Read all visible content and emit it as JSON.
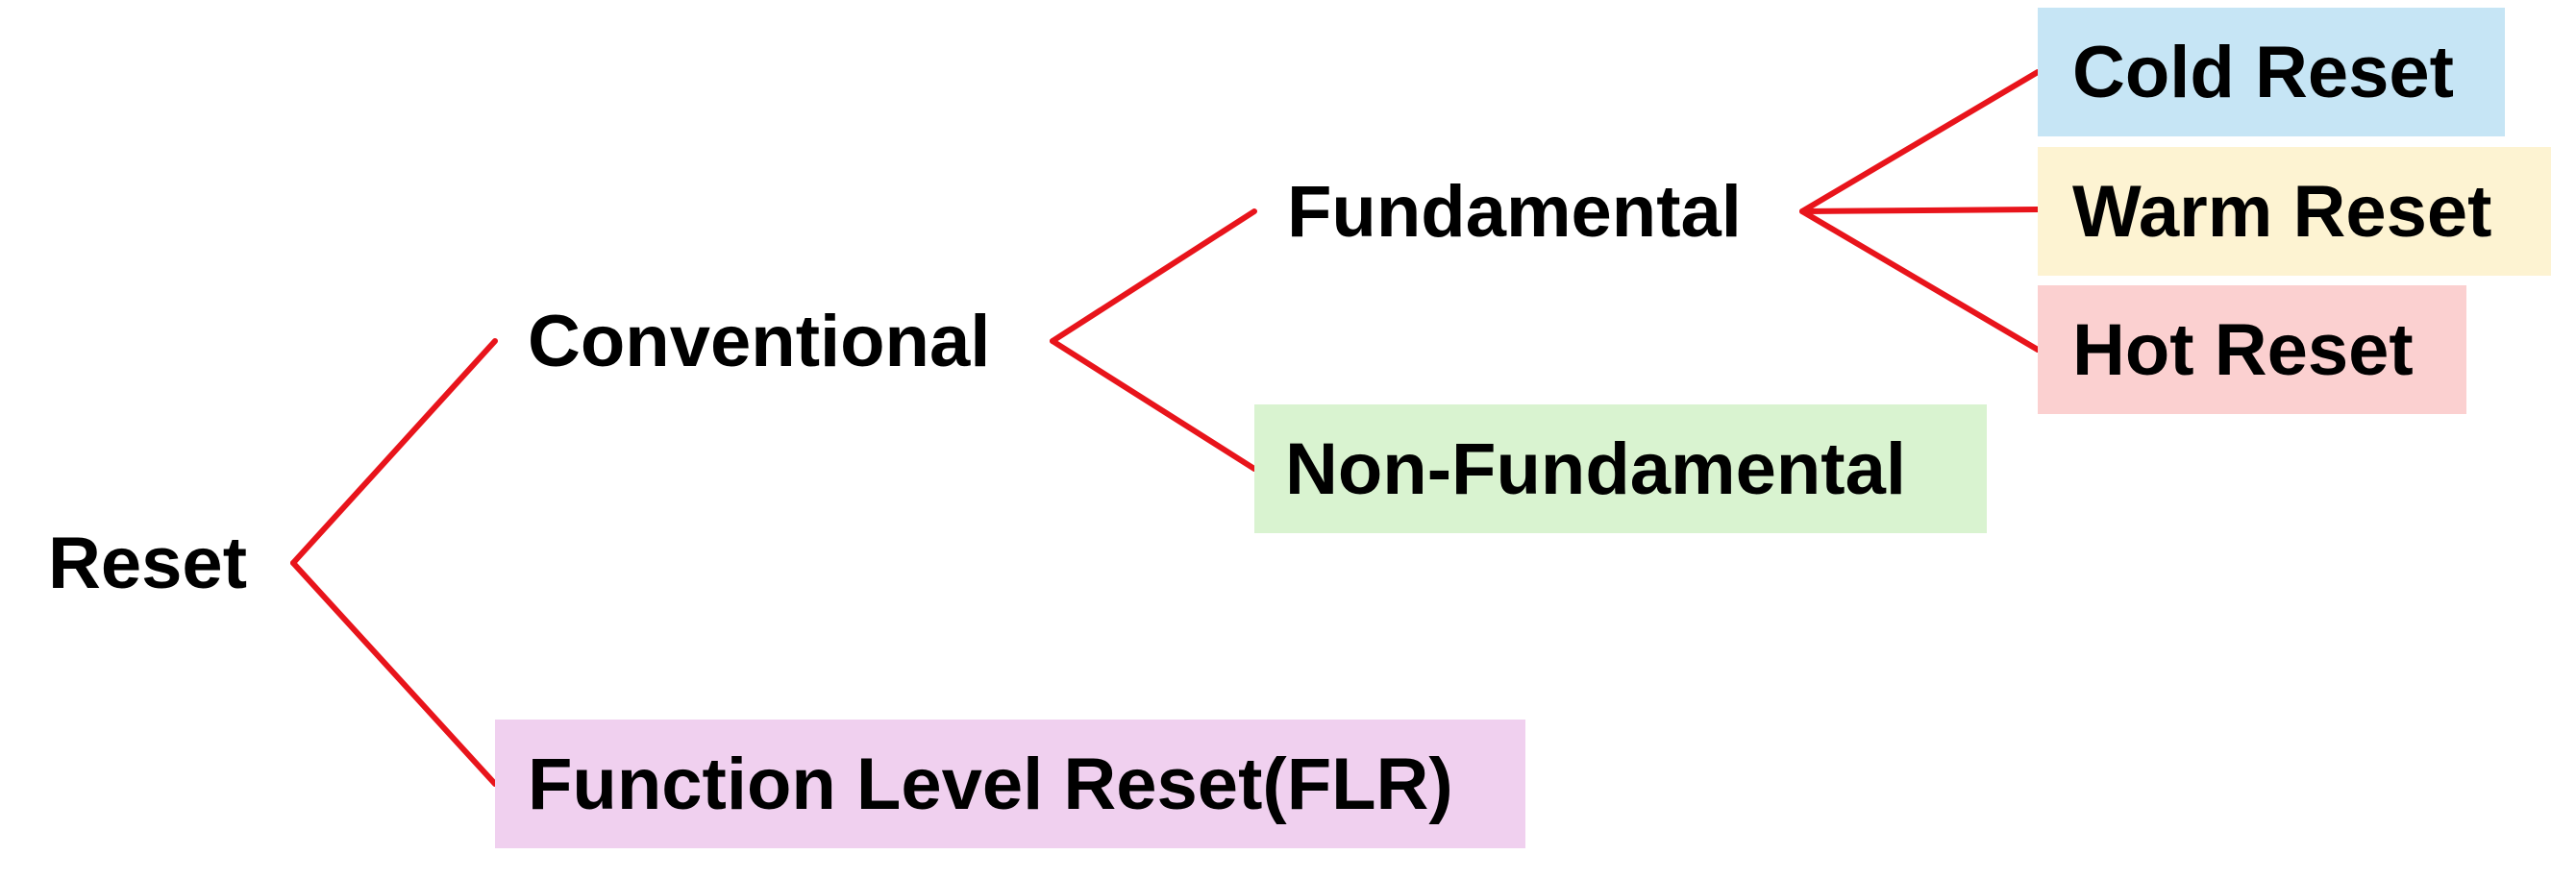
{
  "colors": {
    "connector": "#e8141b",
    "text": "#000000",
    "non_fundamental_fill": "#d9f3d0",
    "flr_fill": "#f0d0ef",
    "cold_fill": "#c6e5f5",
    "warm_fill": "#fdf3d2",
    "hot_fill": "#fbd0d0"
  },
  "tree": {
    "root": {
      "label": "Reset"
    },
    "conventional": {
      "label": "Conventional"
    },
    "function_level_reset": {
      "label": "Function Level Reset(FLR)"
    },
    "fundamental": {
      "label": "Fundamental"
    },
    "non_fundamental": {
      "label": "Non-Fundamental"
    },
    "cold_reset": {
      "label": "Cold Reset"
    },
    "warm_reset": {
      "label": "Warm Reset"
    },
    "hot_reset": {
      "label": "Hot Reset"
    }
  },
  "edges": [
    [
      "root",
      "conventional"
    ],
    [
      "root",
      "function_level_reset"
    ],
    [
      "conventional",
      "fundamental"
    ],
    [
      "conventional",
      "non_fundamental"
    ],
    [
      "fundamental",
      "cold_reset"
    ],
    [
      "fundamental",
      "warm_reset"
    ],
    [
      "fundamental",
      "hot_reset"
    ]
  ]
}
